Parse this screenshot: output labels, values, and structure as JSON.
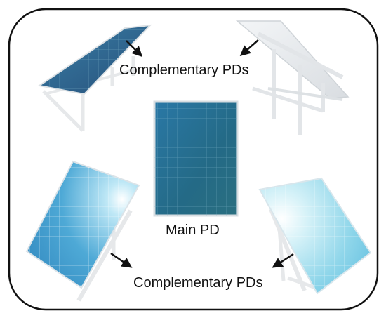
{
  "labels": {
    "complementary_top": "Complementary PDs",
    "main": "Main PD",
    "complementary_bottom": "Complementary PDs"
  },
  "icons": [
    "solar-panel-icon",
    "arrow-icon"
  ],
  "colors": {
    "border": "#111111",
    "panel_dark": "#2f6f92",
    "panel_mid": "#2c8fb0",
    "panel_light": "#78cfe8",
    "frame": "#e8eaec"
  }
}
